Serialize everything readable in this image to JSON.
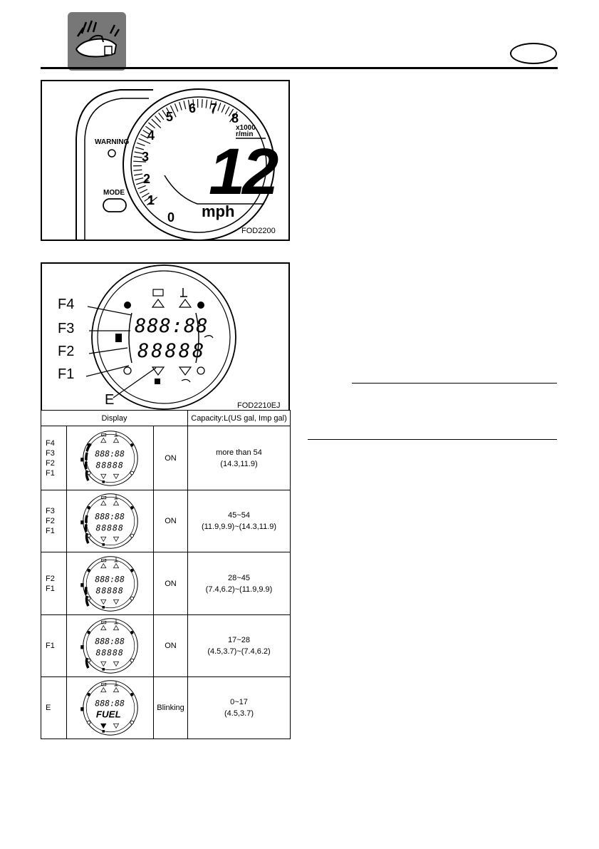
{
  "header": {
    "icon": "jet-ski-icon",
    "language_badge": ""
  },
  "speedometer": {
    "tach_labels": [
      "0",
      "1",
      "2",
      "3",
      "4",
      "5",
      "6",
      "7",
      "8"
    ],
    "tach_unit_top": "x1000",
    "tach_unit_bottom": "r/min",
    "speed_value": "12",
    "speed_unit": "mph",
    "warning_label": "WARNING",
    "mode_label": "MODE",
    "figure_code": "FOD2200"
  },
  "lcd_figure": {
    "labels": [
      "F4",
      "F3",
      "F2",
      "F1",
      "E"
    ],
    "top_digits": "888:88",
    "bottom_digits": "88888",
    "figure_code": "FOD2210EJ"
  },
  "fuel_table": {
    "header_display": "Display",
    "header_capacity": "Capacity:L(US gal, Imp gal)",
    "rows": [
      {
        "levels": [
          "F4",
          "F3",
          "F2",
          "F1"
        ],
        "state": "ON",
        "capacity_main": "more than 54",
        "capacity_sub": "(14.3,11.9)",
        "segments": 4,
        "bottom_text": "88888"
      },
      {
        "levels": [
          "F3",
          "F2",
          "F1"
        ],
        "state": "ON",
        "capacity_main": "45~54",
        "capacity_sub": "(11.9,9.9)~(14.3,11.9)",
        "segments": 3,
        "bottom_text": "88888"
      },
      {
        "levels": [
          "F2",
          "F1"
        ],
        "state": "ON",
        "capacity_main": "28~45",
        "capacity_sub": "(7.4,6.2)~(11.9,9.9)",
        "segments": 2,
        "bottom_text": "88888"
      },
      {
        "levels": [
          "F1"
        ],
        "state": "ON",
        "capacity_main": "17~28",
        "capacity_sub": "(4.5,3.7)~(7.4,6.2)",
        "segments": 1,
        "bottom_text": "88888"
      },
      {
        "levels": [
          "E"
        ],
        "state": "Blinking",
        "capacity_main": "0~17",
        "capacity_sub": "(4.5,3.7)",
        "segments": 0,
        "bottom_text": "FUEL"
      }
    ]
  }
}
